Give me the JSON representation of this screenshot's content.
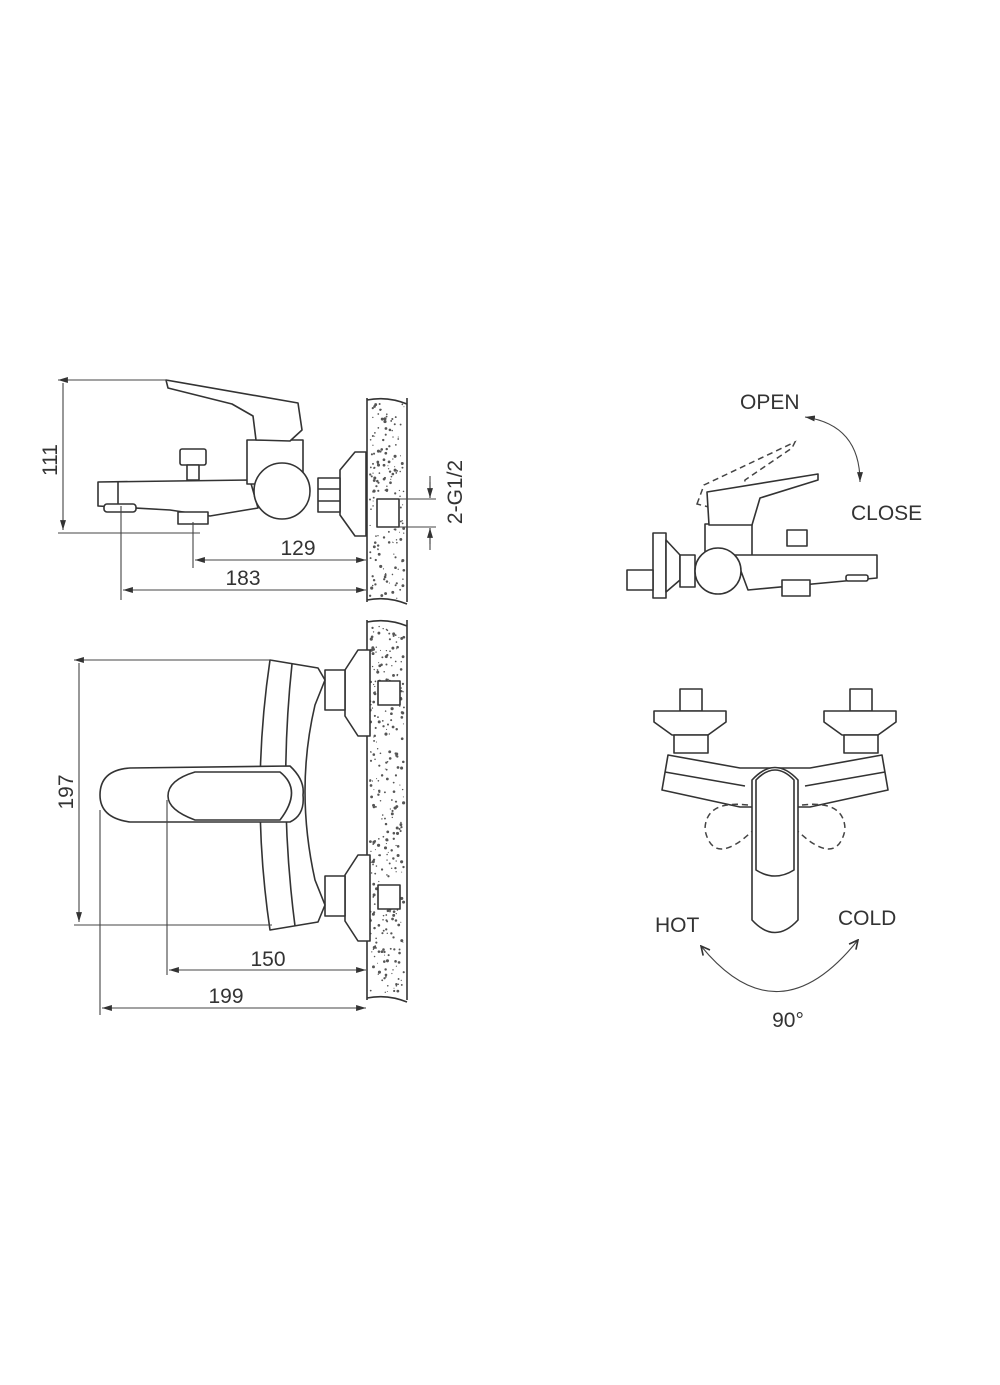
{
  "side_view": {
    "height_dim": "111",
    "inlet_dim": "129",
    "spout_dim": "183",
    "thread_label": "2-G1/2"
  },
  "top_view": {
    "width_dim": "197",
    "lever_dim": "150",
    "depth_dim": "199"
  },
  "lever_motion": {
    "open_label": "OPEN",
    "close_label": "CLOSE"
  },
  "temperature": {
    "hot_label": "HOT",
    "cold_label": "COLD",
    "angle_label": "90°"
  },
  "colors": {
    "line": "#333333",
    "background": "#ffffff"
  }
}
